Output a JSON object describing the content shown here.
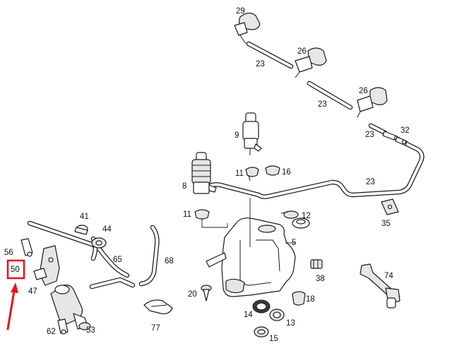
{
  "labels": {
    "p29": "29",
    "p26a": "26",
    "p26b": "26",
    "p23a": "23",
    "p23b": "23",
    "p23c": "23",
    "p23d": "23",
    "p32": "32",
    "p9": "9",
    "p11a": "11",
    "p16": "16",
    "p8": "8",
    "p11b": "11",
    "p12": "12",
    "p35": "35",
    "p5": "5",
    "p41": "41",
    "p44": "44",
    "p56": "56",
    "p50": "50",
    "p65": "65",
    "p68": "68",
    "p38": "38",
    "p74": "74",
    "p47": "47",
    "p20": "20",
    "p18": "18",
    "p14": "14",
    "p13": "13",
    "p62": "62",
    "p53": "53",
    "p77": "77",
    "p15": "15"
  },
  "highlight": {
    "target": "50",
    "color": "#e8141b"
  },
  "colors": {
    "line": "#1a1a1a",
    "highlight": "#e8141b"
  }
}
